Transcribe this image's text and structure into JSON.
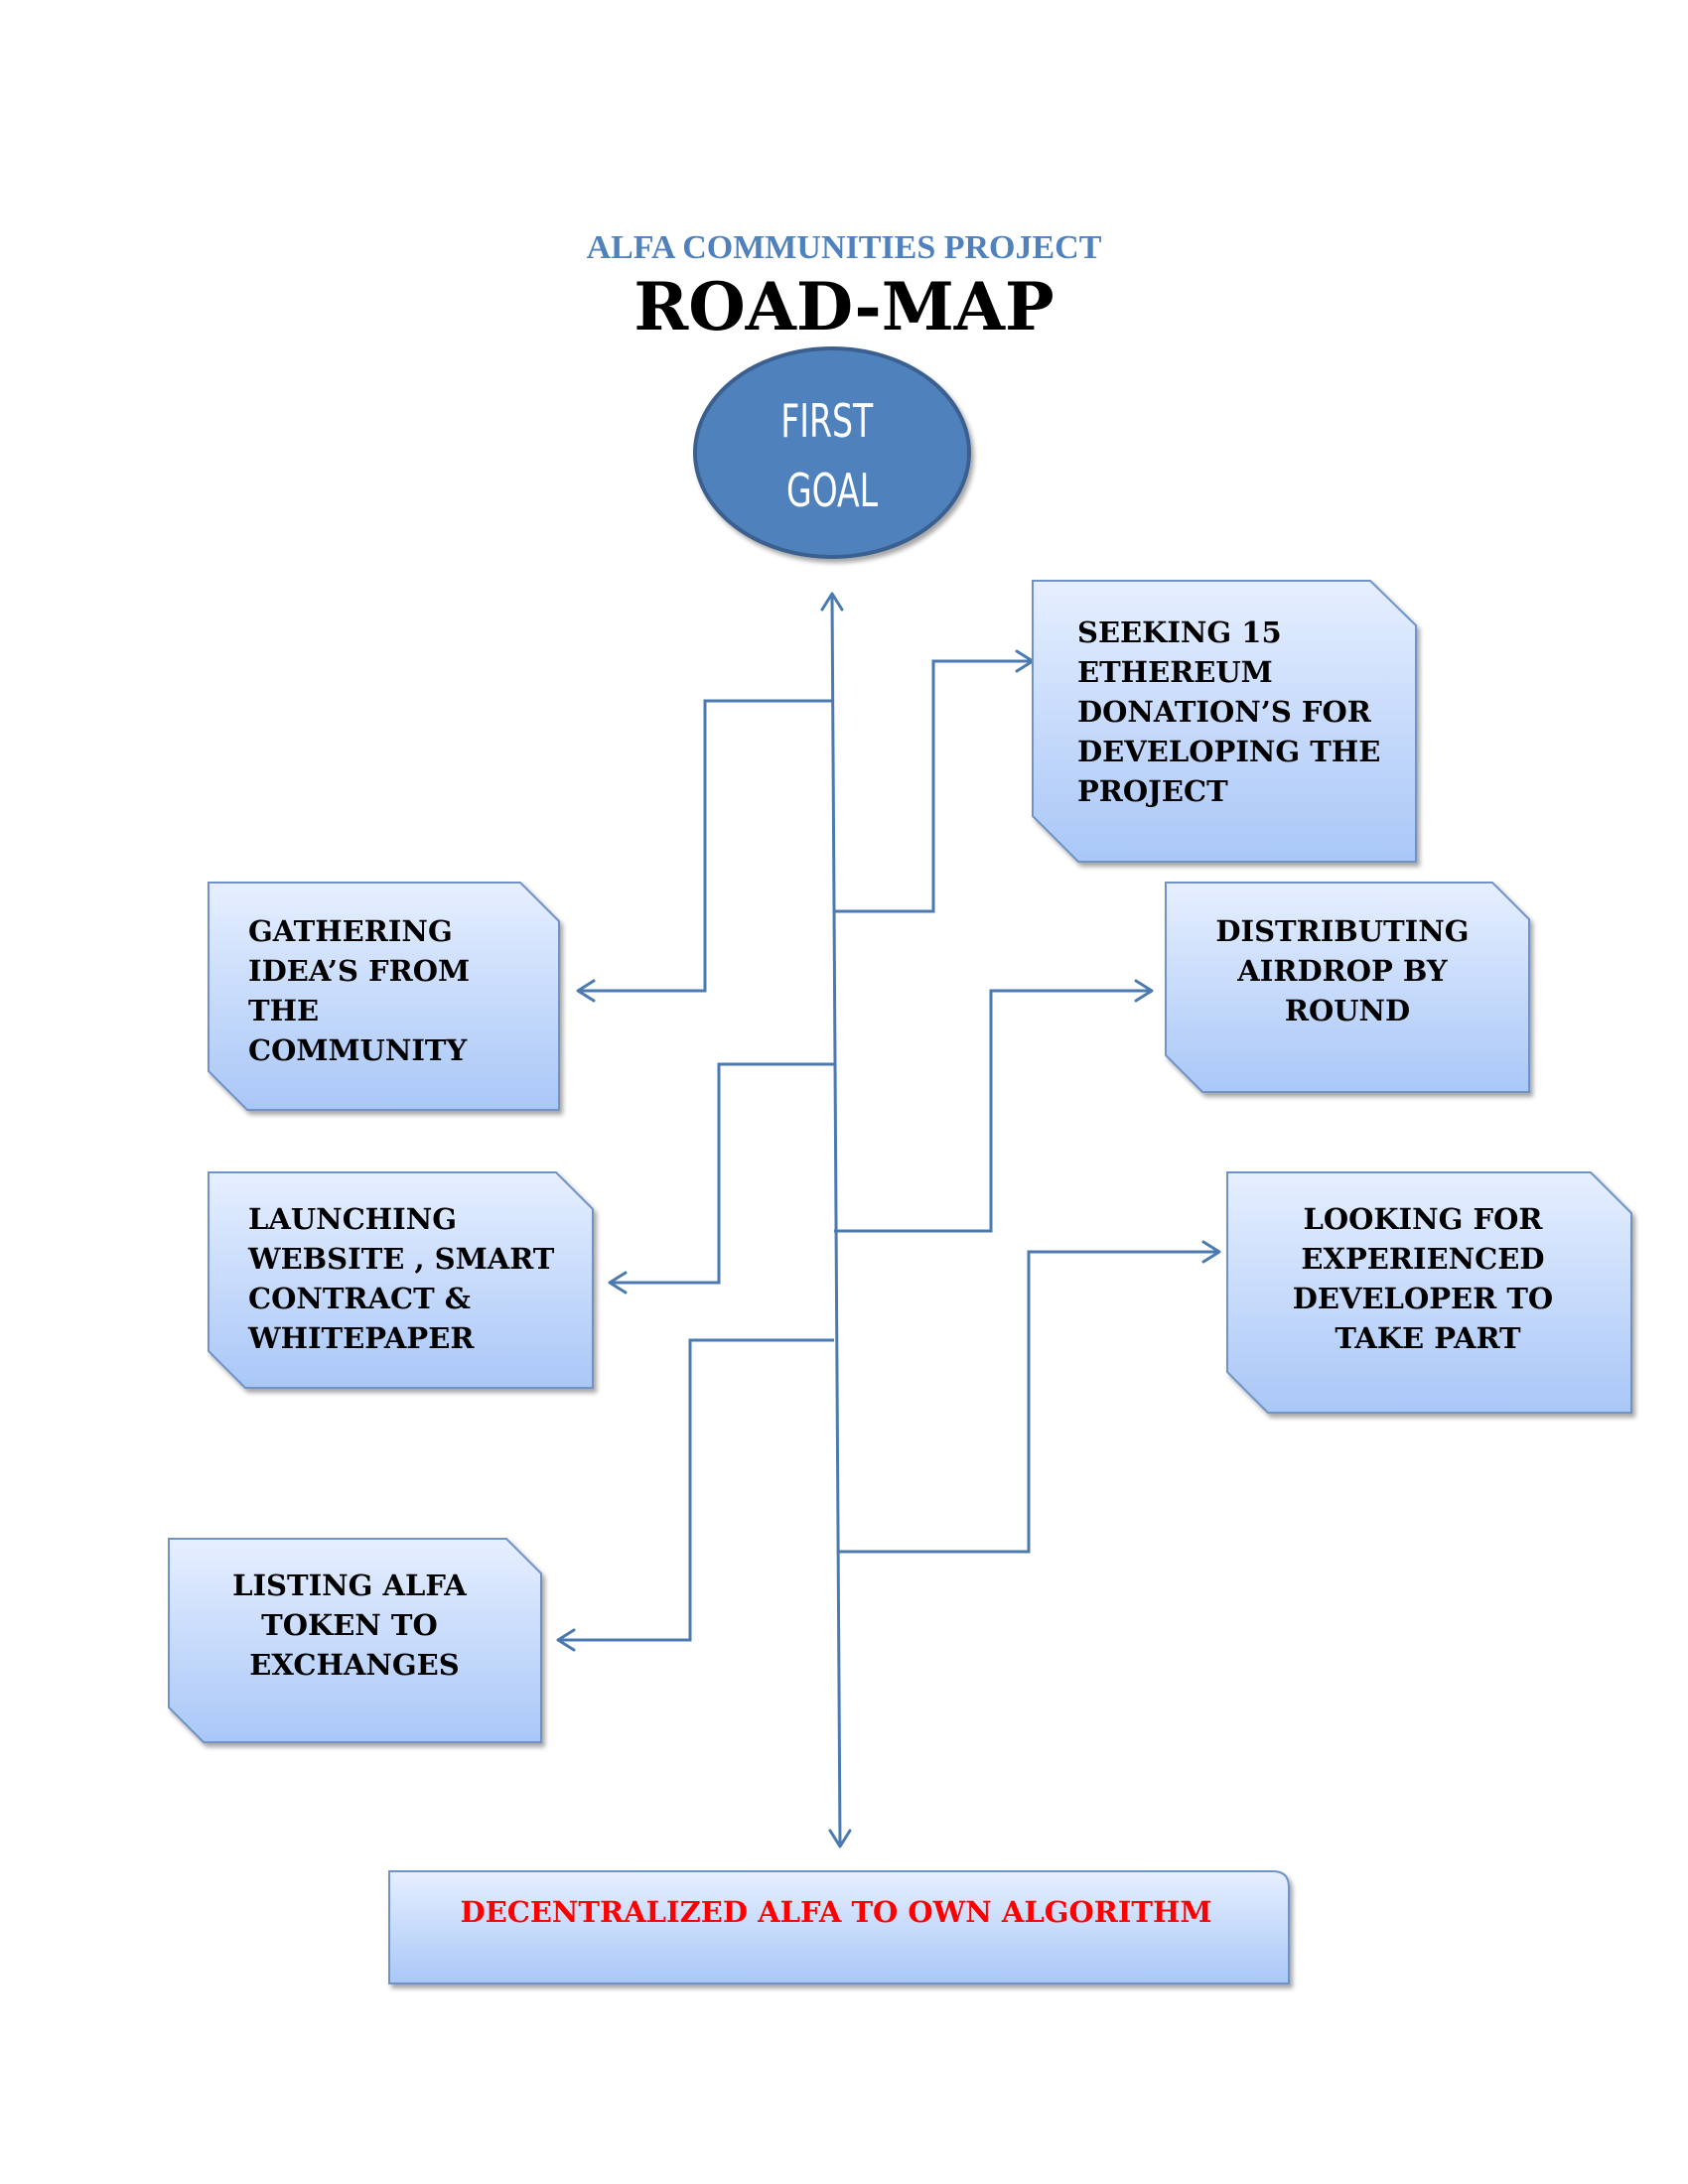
{
  "header": {
    "subtitle": "ALFA COMMUNITIES PROJECT",
    "title": "ROAD-MAP"
  },
  "start_node": {
    "lines": [
      "FIRST",
      "GOAL"
    ]
  },
  "steps": [
    {
      "id": "seeking-donations",
      "lines": [
        "SEEKING 15",
        "ETHEREUM",
        "DONATION’S FOR",
        "DEVELOPING THE",
        "PROJECT"
      ]
    },
    {
      "id": "gathering-ideas",
      "lines": [
        "GATHERING",
        "IDEA’S FROM",
        "THE",
        "COMMUNITY"
      ]
    },
    {
      "id": "distributing-airdrop",
      "lines": [
        "DISTRIBUTING",
        "AIRDROP BY",
        "ROUND"
      ]
    },
    {
      "id": "launching-website",
      "lines": [
        "LAUNCHING",
        "WEBSITE , SMART",
        "CONTRACT &",
        "WHITEPAPER"
      ]
    },
    {
      "id": "looking-developer",
      "lines": [
        "LOOKING FOR",
        "EXPERIENCED",
        "DEVELOPER TO",
        "TAKE PART"
      ]
    },
    {
      "id": "listing-token",
      "lines": [
        "LISTING ALFA",
        "TOKEN TO",
        "EXCHANGES"
      ]
    }
  ],
  "final_node": {
    "text": "DECENTRALIZED ALFA TO OWN ALGORITHM",
    "color": "#ff0000"
  },
  "colors": {
    "accent": "#4f81bd",
    "line": "#4a7ab0",
    "box_top": "#e6efff",
    "box_bottom": "#a9c7f7"
  }
}
